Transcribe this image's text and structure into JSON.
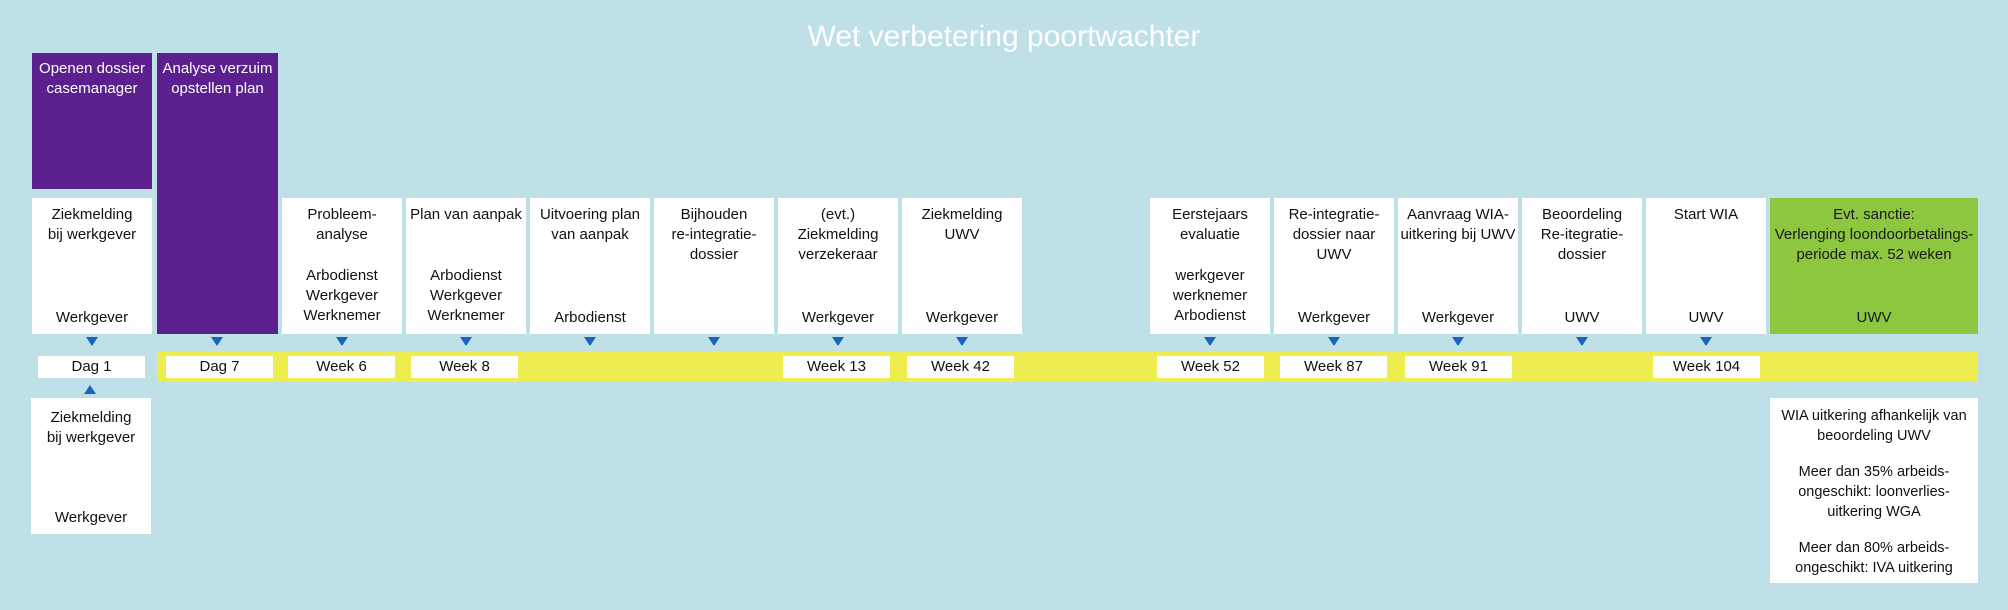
{
  "title": "Wet verbetering poortwachter",
  "purple_boxes": [
    {
      "label": "Openen dossier\ncasemanager"
    },
    {
      "label": "Analyse verzuim\nopstellen plan"
    }
  ],
  "steps": [
    {
      "head": "Ziekmelding\nbij werkgever",
      "sub": "",
      "who": "Werkgever"
    },
    {
      "head": "Probleem-\nanalyse",
      "sub": "Arbodienst\nWerkgever\nWerknemer",
      "who": ""
    },
    {
      "head": "Plan van aanpak",
      "sub": "Arbodienst\nWerkgever\nWerknemer",
      "who": ""
    },
    {
      "head": "Uitvoering plan\nvan aanpak",
      "sub": "",
      "who": "Arbodienst"
    },
    {
      "head": "Bijhouden\nre-integratie-\ndossier",
      "sub": "",
      "who": ""
    },
    {
      "head": "(evt.)\nZiekmelding\nverzekeraar",
      "sub": "",
      "who": "Werkgever"
    },
    {
      "head": "Ziekmelding\nUWV",
      "sub": "",
      "who": "Werkgever"
    },
    {
      "head": "Eerstejaars\nevaluatie",
      "sub": "werkgever\nwerknemer\nArbodienst",
      "who": ""
    },
    {
      "head": "Re-integratie-\ndossier naar\nUWV",
      "sub": "",
      "who": "Werkgever"
    },
    {
      "head": "Aanvraag WIA-\nuitkering bij UWV",
      "sub": "",
      "who": "Werkgever"
    },
    {
      "head": "Beoordeling\nRe-itegratie-\ndossier",
      "sub": "",
      "who": "UWV"
    },
    {
      "head": "Start WIA",
      "sub": "",
      "who": "UWV"
    },
    {
      "head": "Evt. sanctie:\nVerlenging loondoorbetalings-\nperiode max. 52 weken",
      "sub": "",
      "who": "UWV"
    }
  ],
  "timeline": [
    "Dag 1",
    "Dag 7",
    "Week 6",
    "Week 8",
    "Week 13",
    "Week 42",
    "Week 52",
    "Week 87",
    "Week 91",
    "Week 104"
  ],
  "bottom_left": {
    "head": "Ziekmelding\nbij werkgever",
    "who": "Werkgever"
  },
  "bottom_right": {
    "p1": "WIA uitkering afhankelijk van\nbeoordeling UWV",
    "p2": "Meer dan 35% arbeids-\nongeschikt: loonverlies-\nuitkering WGA",
    "p3": "Meer dan 80% arbeids-\nongeschikt: IVA uitkering"
  },
  "colors": {
    "background": "#bfe0e7",
    "purple": "#5b1f8e",
    "green": "#8dc63f",
    "yellow": "#eded4f",
    "arrow": "#1565c0"
  }
}
